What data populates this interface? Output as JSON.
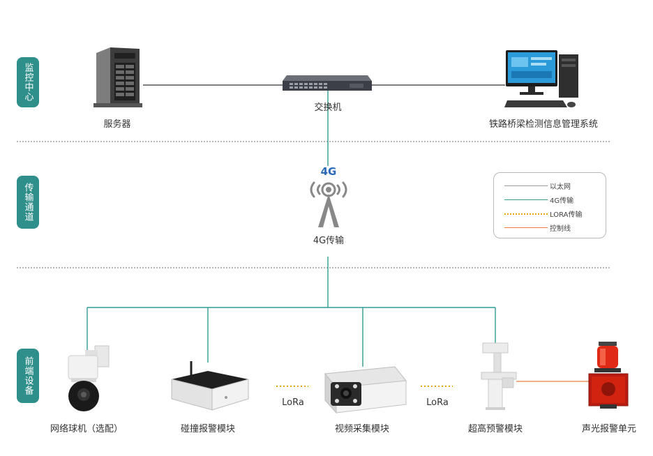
{
  "sections": {
    "monitor": "监控中心",
    "transmission": "传输通道",
    "frontend": "前端设备"
  },
  "nodes": {
    "server": "服务器",
    "switch": "交换机",
    "system": "铁路桥梁检测信息管理系统",
    "tower_badge": "4G",
    "tower": "4G传输",
    "dome_camera": "网络球机（选配）",
    "collision_module": "碰撞报警模块",
    "video_module": "视频采集模块",
    "overheight_module": "超高预警模块",
    "alarm_unit": "声光报警单元"
  },
  "links": {
    "lora_left": "LoRa",
    "lora_right": "LoRa"
  },
  "legend": [
    {
      "label": "以太网",
      "color": "#999999",
      "style": "solid"
    },
    {
      "label": "4G传输",
      "color": "#2f9b93",
      "style": "solid"
    },
    {
      "label": "LORA传输",
      "color": "#e6a700",
      "style": "dotted"
    },
    {
      "label": "控制线",
      "color": "#e67e3a",
      "style": "solid"
    }
  ],
  "icons": {
    "server": "server-tower-icon",
    "switch": "network-switch-icon",
    "system": "desktop-computer-icon",
    "tower": "antenna-tower-icon",
    "dome_camera": "dome-camera-icon",
    "collision_module": "sensor-box-icon",
    "video_module": "box-camera-icon",
    "overheight_module": "bracket-sensor-icon",
    "alarm_unit": "warning-light-icon"
  }
}
